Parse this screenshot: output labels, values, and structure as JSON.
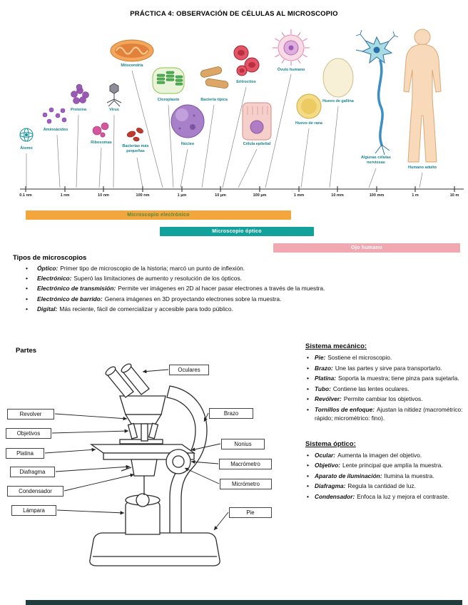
{
  "page": {
    "title": "PRÁCTICA 4: OBSERVACIÓN DE CÉLULAS AL MICROSCOPIO"
  },
  "scale": {
    "organisms": [
      {
        "label": "Átomo"
      },
      {
        "label": "Aminoácidos"
      },
      {
        "label": "Proteína"
      },
      {
        "label": "Ribosomas"
      },
      {
        "label": "Virus"
      },
      {
        "label": "Bacterias más pequeñas"
      },
      {
        "label": "Mitocondria"
      },
      {
        "label": "Cloroplasto"
      },
      {
        "label": "Núcleo"
      },
      {
        "label": "Bacteria típica"
      },
      {
        "label": "Eritrocitos"
      },
      {
        "label": "Célula epitelial"
      },
      {
        "label": "Óvulo humano"
      },
      {
        "label": "Huevo de rana"
      },
      {
        "label": "Huevo de gallina"
      },
      {
        "label": "Algunas células nerviosas"
      },
      {
        "label": "Humano adulto"
      }
    ],
    "ticks": [
      "0.1 nm",
      "1 nm",
      "10 nm",
      "100 nm",
      "1 µm",
      "10 µm",
      "100 µm",
      "1 mm",
      "10 mm",
      "100 mm",
      "1 m",
      "10 m"
    ],
    "label_color": "#16848f",
    "bars": [
      {
        "label": "Microscopio electrónico",
        "color": "#f2a63b",
        "text_color": "#4c8b3c"
      },
      {
        "label": "Microscopio óptico",
        "color": "#12a29b",
        "text_color": "#ffffff"
      },
      {
        "label": "Ojo humano",
        "color": "#f2a8b1",
        "text_color": "#ffffff"
      }
    ]
  },
  "tipos": {
    "heading": "Tipos de microscopios",
    "items": [
      {
        "term": "Óptico:",
        "desc": "Primer tipo de microscopio de la historia; marcó un punto de inflexión."
      },
      {
        "term": "Electrónico:",
        "desc": "Superó las limitaciones de aumento y resolución de los ópticos."
      },
      {
        "term": "Electrónico de transmisión:",
        "desc": "Permite ver imágenes en 2D al hacer pasar electrones a través de la muestra."
      },
      {
        "term": "Electrónico de barrido:",
        "desc": "Genera imágenes en 3D proyectando electrones sobre la muestra."
      },
      {
        "term": "Digital:",
        "desc": "Más reciente, fácil de comercializar y accesible para todo público."
      }
    ]
  },
  "partes": {
    "heading": "Partes",
    "labels": {
      "oculares": "Oculares",
      "revolver": "Revolver",
      "objetivos": "Objetivos",
      "platina": "Platina",
      "diafragma": "Diafragma",
      "condensador": "Condensador",
      "lampara": "Lámpara",
      "brazo": "Brazo",
      "nonius": "Nonius",
      "macrometro": "Macrómetro",
      "micrometro": "Micrómetro",
      "pie": "Pie"
    }
  },
  "sistema_mecanico": {
    "heading": "Sistema mecánico:",
    "items": [
      {
        "term": "Pie:",
        "desc": "Sostiene el microscopio."
      },
      {
        "term": "Brazo:",
        "desc": "Une las partes y sirve para transportarlo."
      },
      {
        "term": "Platina:",
        "desc": "Soporta la muestra; tiene pinza para sujetarla."
      },
      {
        "term": "Tubo:",
        "desc": "Contiene las lentes oculares."
      },
      {
        "term": "Revólver:",
        "desc": "Permite cambiar los objetivos."
      },
      {
        "term": "Tornillos de enfoque:",
        "desc": "Ajustan la nitidez (macrométrico: rápido; micrométrico: fino)."
      }
    ]
  },
  "sistema_optico": {
    "heading": "Sistema óptico:",
    "items": [
      {
        "term": "Ocular:",
        "desc": "Aumenta la imagen del objetivo."
      },
      {
        "term": "Objetivo:",
        "desc": "Lente principal que amplía la muestra."
      },
      {
        "term": "Aparato de iluminación:",
        "desc": "Ilumina la muestra."
      },
      {
        "term": "Diafragma:",
        "desc": "Regula la cantidad de luz."
      },
      {
        "term": "Condensador:",
        "desc": "Enfoca la luz y mejora el contraste."
      }
    ]
  }
}
